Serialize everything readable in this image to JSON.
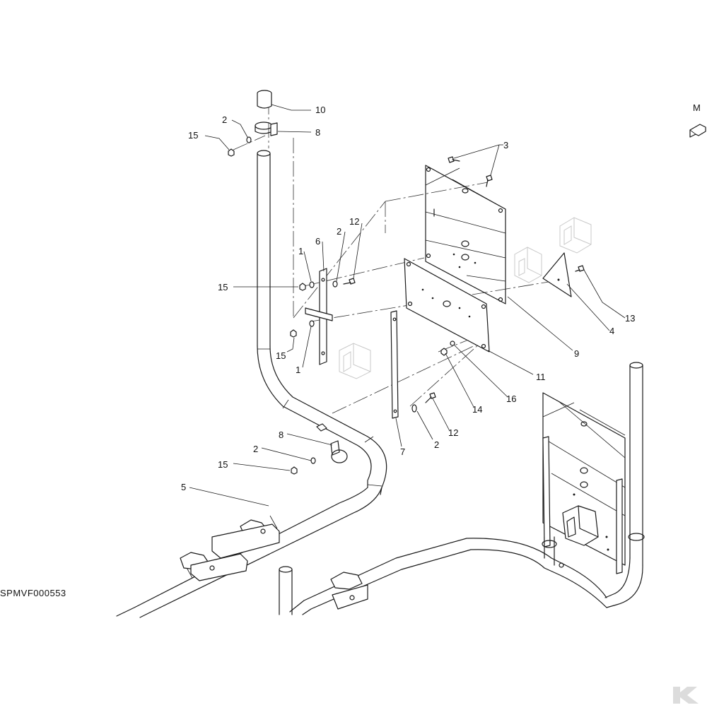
{
  "drawing": {
    "view_letter": "M",
    "drawing_code": "SPMVF000553",
    "callouts": [
      {
        "id": "c10",
        "label": "10"
      },
      {
        "id": "c2a",
        "label": "2"
      },
      {
        "id": "c8a",
        "label": "8"
      },
      {
        "id": "c15a",
        "label": "15"
      },
      {
        "id": "c3",
        "label": "3"
      },
      {
        "id": "c12a",
        "label": "12"
      },
      {
        "id": "c6",
        "label": "6"
      },
      {
        "id": "c2b",
        "label": "2"
      },
      {
        "id": "c1a",
        "label": "1"
      },
      {
        "id": "c15b",
        "label": "15"
      },
      {
        "id": "c15c",
        "label": "15"
      },
      {
        "id": "c1b",
        "label": "1"
      },
      {
        "id": "c13",
        "label": "13"
      },
      {
        "id": "c4",
        "label": "4"
      },
      {
        "id": "c9",
        "label": "9"
      },
      {
        "id": "c11",
        "label": "11"
      },
      {
        "id": "c16",
        "label": "16"
      },
      {
        "id": "c14",
        "label": "14"
      },
      {
        "id": "c12b",
        "label": "12"
      },
      {
        "id": "c2c",
        "label": "2"
      },
      {
        "id": "c7",
        "label": "7"
      },
      {
        "id": "c8b",
        "label": "8"
      },
      {
        "id": "c2d",
        "label": "2"
      },
      {
        "id": "c15d",
        "label": "15"
      },
      {
        "id": "c5",
        "label": "5"
      }
    ],
    "icons": {
      "view_arrow": "view-direction-arrow-icon",
      "brand_mark": "brand-logo-icon"
    }
  }
}
